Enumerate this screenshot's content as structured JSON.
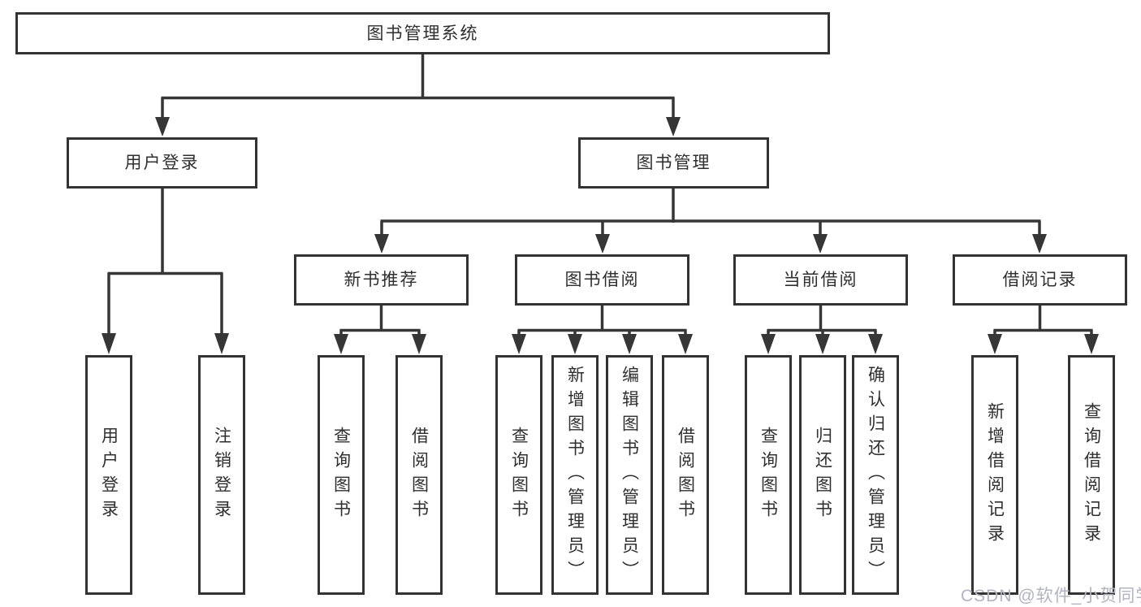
{
  "diagram": {
    "type": "tree",
    "nodes": {
      "root": {
        "label": "图书管理系统"
      },
      "level2": [
        {
          "label": "用户登录"
        },
        {
          "label": "图书管理"
        }
      ],
      "level3": [
        {
          "label": "新书推荐",
          "parent": "图书管理"
        },
        {
          "label": "图书借阅",
          "parent": "图书管理"
        },
        {
          "label": "当前借阅",
          "parent": "图书管理"
        },
        {
          "label": "借阅记录",
          "parent": "图书管理"
        }
      ],
      "leaves": [
        {
          "label": "用户登录",
          "parent": "用户登录"
        },
        {
          "label": "注销登录",
          "parent": "用户登录"
        },
        {
          "label": "查询图书",
          "parent": "新书推荐"
        },
        {
          "label": "借阅图书",
          "parent": "新书推荐"
        },
        {
          "label": "查询图书",
          "parent": "图书借阅"
        },
        {
          "label": "新增图书（管理员）",
          "parent": "图书借阅"
        },
        {
          "label": "编辑图书（管理员）",
          "parent": "图书借阅"
        },
        {
          "label": "借阅图书",
          "parent": "图书借阅"
        },
        {
          "label": "查询图书",
          "parent": "当前借阅"
        },
        {
          "label": "归还图书",
          "parent": "当前借阅"
        },
        {
          "label": "确认归还（管理员）",
          "parent": "当前借阅"
        },
        {
          "label": "新增借阅记录",
          "parent": "借阅记录"
        },
        {
          "label": "查询借阅记录",
          "parent": "借阅记录"
        }
      ]
    },
    "colors": {
      "line": "#363636",
      "box_border": "#333333",
      "box_fill": "#ffffff",
      "text": "#2f2f2f",
      "background": "#ffffff"
    }
  },
  "watermark": {
    "text": "CSDN @软件_小贺同学",
    "color": "#b3b3c2"
  }
}
